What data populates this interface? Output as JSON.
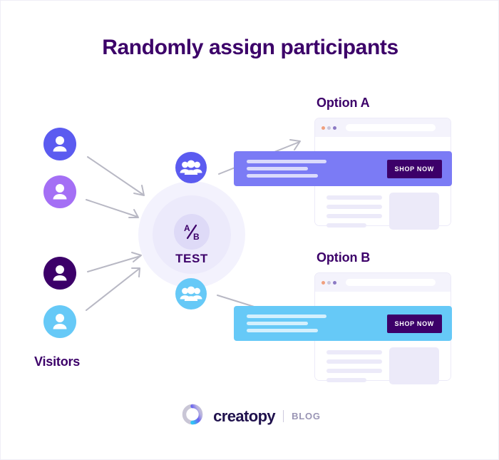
{
  "title": "Randomly assign participants",
  "colors": {
    "dark_purple": "#3c0069",
    "blue_violet": "#5b5bf0",
    "light_purple": "#a46ff5",
    "cyan": "#66c9f7",
    "periwinkle": "#7b7bf5",
    "arrow_gray": "#b8b8c4",
    "placeholder_lavender": "#eceaf9"
  },
  "visitors": {
    "label": "Visitors",
    "avatars": [
      {
        "name": "visitor-avatar-1",
        "color": "#5b5bf0"
      },
      {
        "name": "visitor-avatar-2",
        "color": "#a46ff5"
      },
      {
        "name": "visitor-avatar-3",
        "color": "#3c0069"
      },
      {
        "name": "visitor-avatar-4",
        "color": "#66c9f7"
      }
    ]
  },
  "test_node": {
    "icon_text_top": "A",
    "icon_text_bottom": "B",
    "label": "TEST"
  },
  "groups": [
    {
      "name": "group-icon-a",
      "color": "#5b5bf0"
    },
    {
      "name": "group-icon-b",
      "color": "#66c9f7"
    }
  ],
  "options": [
    {
      "title": "Option A",
      "banner_color": "#7b7bf5",
      "cta_label": "SHOP NOW"
    },
    {
      "title": "Option B",
      "banner_color": "#66c9f7",
      "cta_label": "SHOP NOW"
    }
  ],
  "footer": {
    "brand": "creatopy",
    "section": "BLOG"
  }
}
